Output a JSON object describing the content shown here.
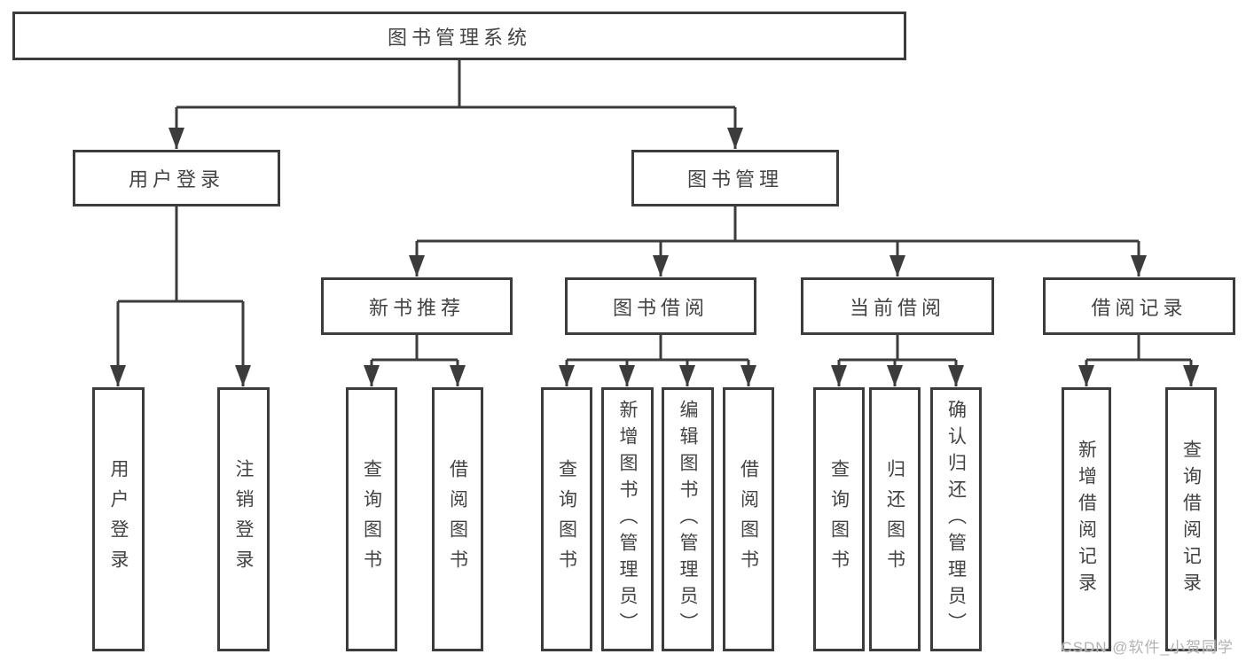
{
  "diagram": {
    "root": {
      "label": "图书管理系统"
    },
    "branches": [
      {
        "label": "用户登录",
        "children": [
          "用户登录",
          "注销登录"
        ]
      },
      {
        "label": "图书管理",
        "groups": [
          {
            "label": "新书推荐",
            "children": [
              "查询图书",
              "借阅图书"
            ]
          },
          {
            "label": "图书借阅",
            "children": [
              "查询图书",
              "新增图书（管理员）",
              "编辑图书（管理员）",
              "借阅图书"
            ]
          },
          {
            "label": "当前借阅",
            "children": [
              "查询图书",
              "归还图书",
              "确认归还（管理员）"
            ]
          },
          {
            "label": "借阅记录",
            "children": [
              "新增借阅记录",
              "查询借阅记录"
            ]
          }
        ]
      }
    ]
  },
  "watermark": {
    "text": "CSDN @软件_小贺同学"
  },
  "colors": {
    "line": "#3c3c3c",
    "box_border": "#3c3c3c",
    "box_fill": "#ffffff",
    "text": "#434343",
    "watermark": "#afafaf"
  }
}
